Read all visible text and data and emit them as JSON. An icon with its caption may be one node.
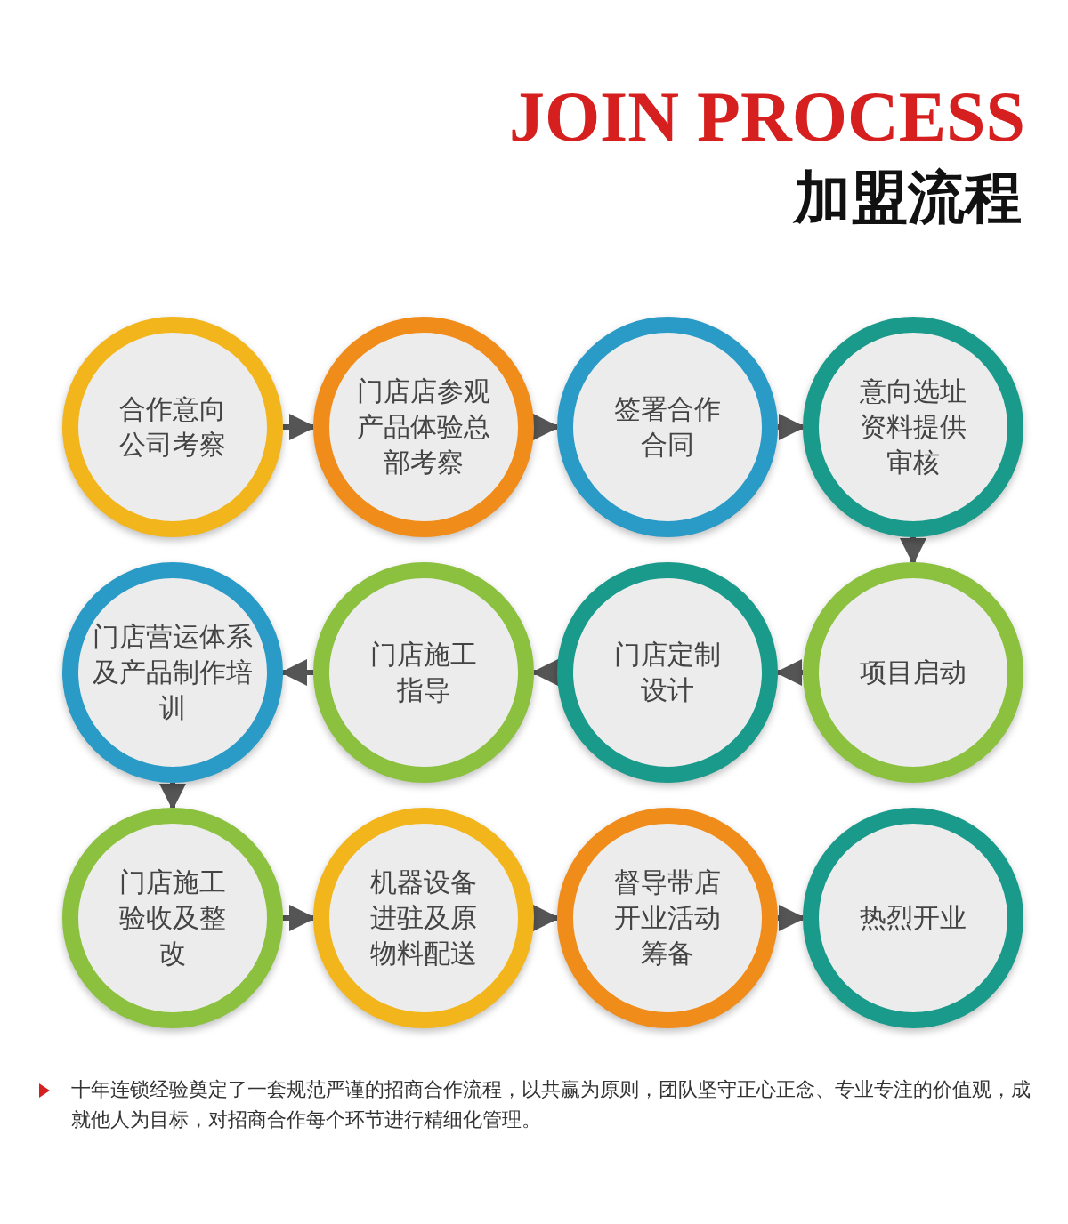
{
  "diagram": {
    "title": "JOIN PROCESS",
    "nodes": [
      {
        "text": [
          "合作意向公司考察"
        ]
      },
      {
        "text": [
          "门店店参观产品体验总部考察"
        ]
      },
      {
        "text": [
          "签署合作合同"
        ]
      },
      {
        "text": [
          "意向选址资料提供审核"
        ]
      },
      {
        "text": [
          "项目启动"
        ]
      },
      {
        "text": [
          "门店定制设计"
        ]
      },
      {
        "text": [
          "门店施工指导"
        ]
      },
      {
        "text": [
          "门店营运体系及产品制作培训"
        ]
      },
      {
        "text": [
          "门店施工验收及整改"
        ]
      },
      {
        "text": [
          "机器设备进驻及原物料配送"
        ]
      },
      {
        "text": [
          "督导带店开业活动筹备"
        ]
      },
      {
        "text": [
          "热烈开业"
        ]
      }
    ],
    "edges": [
      {
        "from": 0,
        "to": 1,
        "arrow": "to"
      },
      {
        "from": 1,
        "to": 2,
        "arrow": "to"
      },
      {
        "from": 2,
        "to": 3,
        "arrow": "to"
      },
      {
        "from": 3,
        "to": 4,
        "arrow": "to"
      },
      {
        "from": 4,
        "to": 5,
        "arrow": "to"
      },
      {
        "from": 5,
        "to": 6,
        "arrow": "to"
      },
      {
        "from": 6,
        "to": 7,
        "arrow": "to"
      },
      {
        "from": 7,
        "to": 8,
        "arrow": "to"
      },
      {
        "from": 8,
        "to": 9,
        "arrow": "to"
      },
      {
        "from": 9,
        "to": 10,
        "arrow": "to"
      },
      {
        "from": 10,
        "to": 11,
        "arrow": "to"
      }
    ],
    "labels": [
      "加盟流程",
      "十年连锁经验奠定了一套规范严谨的招商合作流程，以共赢为原则，团队坚守正心正念、专业专注的价值观，成就他人为目标，对招商合作每个环节进行精细化管理。"
    ]
  }
}
